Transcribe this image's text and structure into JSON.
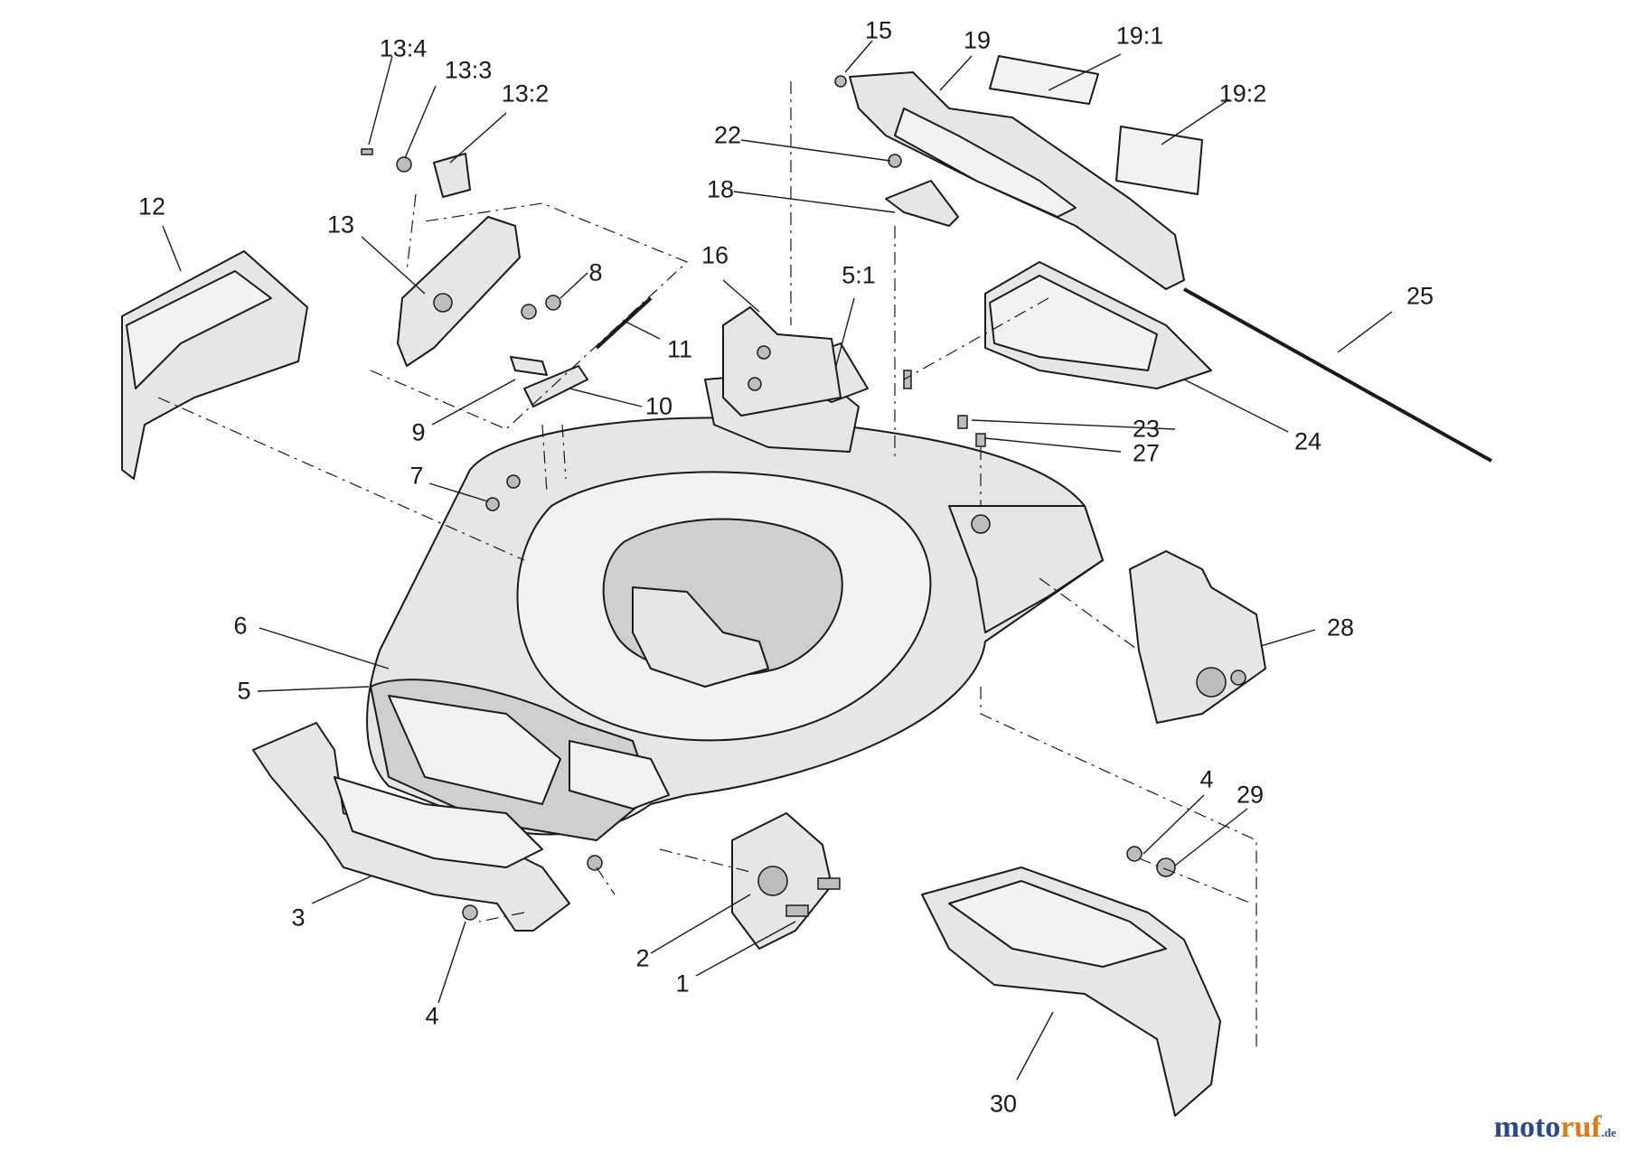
{
  "callouts": [
    {
      "id": "13-4",
      "text": "13:4"
    },
    {
      "id": "13-3",
      "text": "13:3"
    },
    {
      "id": "13-2",
      "text": "13:2"
    },
    {
      "id": "15",
      "text": "15"
    },
    {
      "id": "19",
      "text": "19"
    },
    {
      "id": "19-1",
      "text": "19:1"
    },
    {
      "id": "19-2",
      "text": "19:2"
    },
    {
      "id": "22",
      "text": "22"
    },
    {
      "id": "18",
      "text": "18"
    },
    {
      "id": "12",
      "text": "12"
    },
    {
      "id": "13",
      "text": "13"
    },
    {
      "id": "16",
      "text": "16"
    },
    {
      "id": "5-1",
      "text": "5:1"
    },
    {
      "id": "8",
      "text": "8"
    },
    {
      "id": "11",
      "text": "11"
    },
    {
      "id": "25",
      "text": "25"
    },
    {
      "id": "10",
      "text": "10"
    },
    {
      "id": "9",
      "text": "9"
    },
    {
      "id": "23",
      "text": "23"
    },
    {
      "id": "27",
      "text": "27"
    },
    {
      "id": "24",
      "text": "24"
    },
    {
      "id": "7",
      "text": "7"
    },
    {
      "id": "28",
      "text": "28"
    },
    {
      "id": "6",
      "text": "6"
    },
    {
      "id": "5",
      "text": "5"
    },
    {
      "id": "4a",
      "text": "4"
    },
    {
      "id": "29",
      "text": "29"
    },
    {
      "id": "3",
      "text": "3"
    },
    {
      "id": "2",
      "text": "2"
    },
    {
      "id": "1",
      "text": "1"
    },
    {
      "id": "4b",
      "text": "4"
    },
    {
      "id": "30",
      "text": "30"
    }
  ],
  "watermark": {
    "part1": "moto",
    "part2": "ruf",
    "part3": ".de"
  }
}
